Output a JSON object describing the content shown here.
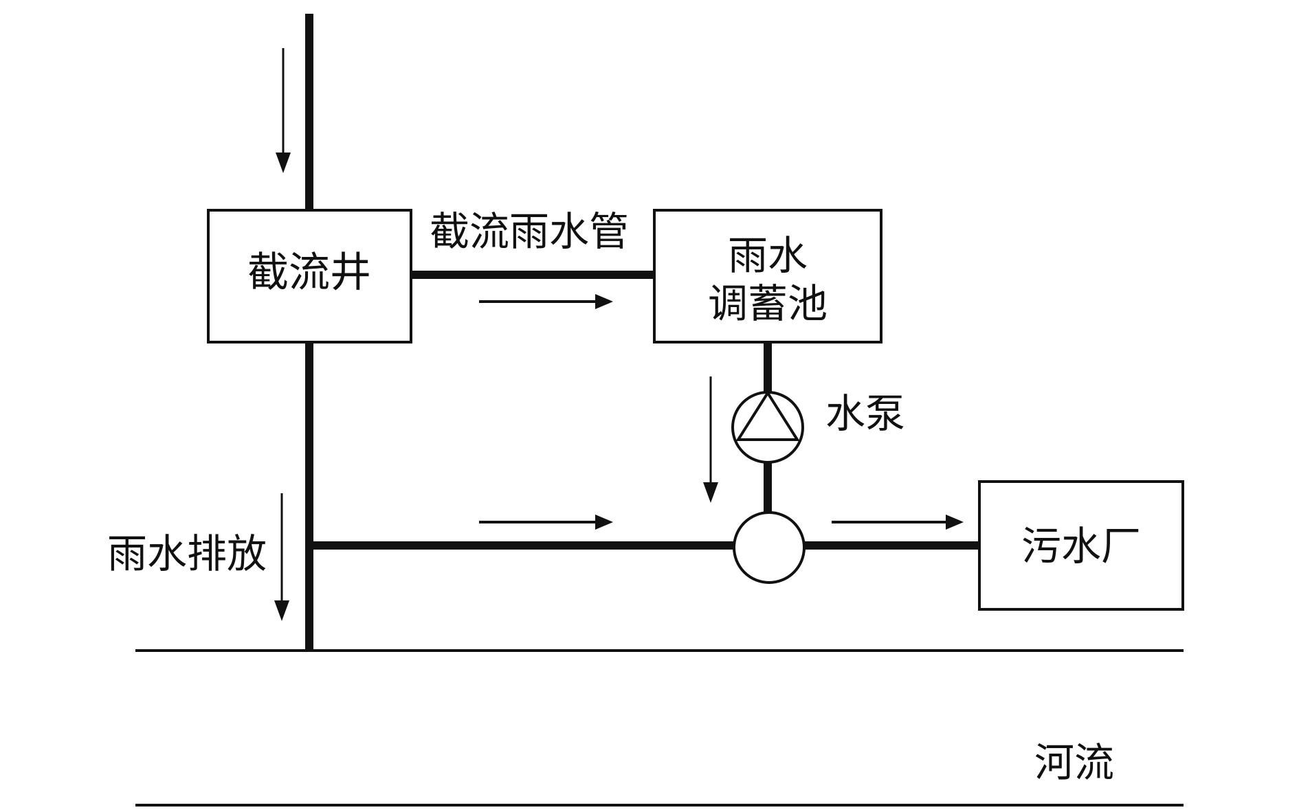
{
  "diagram": {
    "colors": {
      "line": "#111111",
      "background": "#ffffff"
    },
    "nodes": {
      "intercept_well": {
        "label": "截流井"
      },
      "storage_tank": {
        "label_lines": [
          "雨水",
          "调蓄池"
        ]
      },
      "pump": {
        "label": "水泵",
        "icon": "pump-icon"
      },
      "junction": {
        "icon": "junction-circle"
      },
      "treatment_plant": {
        "label": "污水厂"
      }
    },
    "labels": {
      "intercept_pipe": "截流雨水管",
      "rain_discharge": "雨水排放",
      "river": "河流"
    },
    "edges": [
      {
        "from": "inflow",
        "to": "intercept_well",
        "direction": "down"
      },
      {
        "from": "intercept_well",
        "to": "storage_tank",
        "label": "截流雨水管",
        "direction": "right"
      },
      {
        "from": "storage_tank",
        "to": "junction",
        "via": "pump",
        "direction": "down"
      },
      {
        "from": "intercept_well",
        "to": "junction",
        "direction": "right"
      },
      {
        "from": "junction",
        "to": "treatment_plant",
        "direction": "right"
      },
      {
        "from": "intercept_well",
        "to": "river",
        "label": "雨水排放",
        "direction": "down"
      }
    ]
  }
}
